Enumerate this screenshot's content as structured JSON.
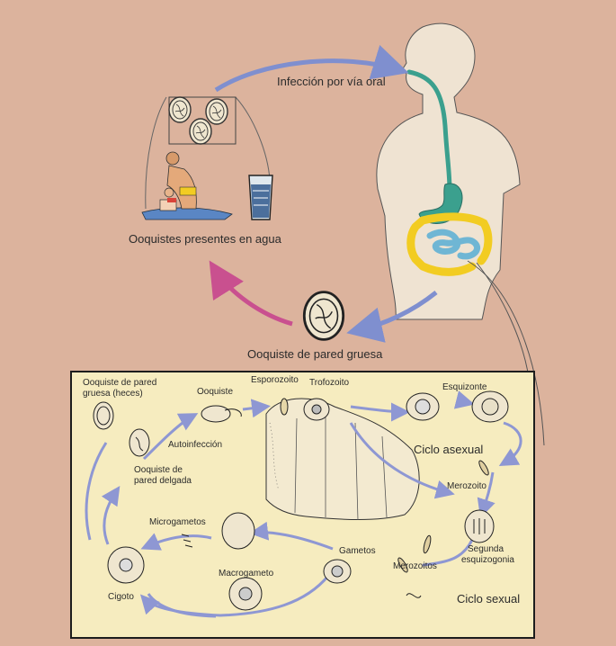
{
  "labels": {
    "infeccion": "Infección por vía oral",
    "ooquistes_agua": "Ooquistes presentes en agua",
    "ooquiste_pared_gruesa": "Ooquiste de pared gruesa",
    "ooquiste_pared_gruesa_heces_1": "Ooquiste de pared",
    "ooquiste_pared_gruesa_heces_2": "gruesa (heces)",
    "ooquiste": "Ooquiste",
    "esporozoito": "Esporozoito",
    "trofozoito": "Trofozoito",
    "esquizonte": "Esquizonte",
    "autoinfeccion": "Autoinfección",
    "ooquiste_pared_delgada_1": "Ooquiste de",
    "ooquiste_pared_delgada_2": "pared delgada",
    "ciclo_asexual": "Ciclo asexual",
    "merozoito": "Merozoito",
    "microgametos": "Microgametos",
    "gametos": "Gametos",
    "segunda_1": "Segunda",
    "segunda_2": "esquizogonia",
    "merozoitos": "Merozoitos",
    "macrogameto": "Macrogameto",
    "cigoto": "Cigoto",
    "ciclo_sexual": "Ciclo sexual"
  },
  "colors": {
    "background": "#dcb39d",
    "panel": "#f6ecbf",
    "arrow_blue": "#7f8fcf",
    "arrow_magenta": "#c9508f",
    "body_skin": "#efe3d2",
    "intestine_yellow": "#f2cc22",
    "intestine_blue": "#6fb6d4",
    "stomach_teal": "#3ba08e"
  }
}
